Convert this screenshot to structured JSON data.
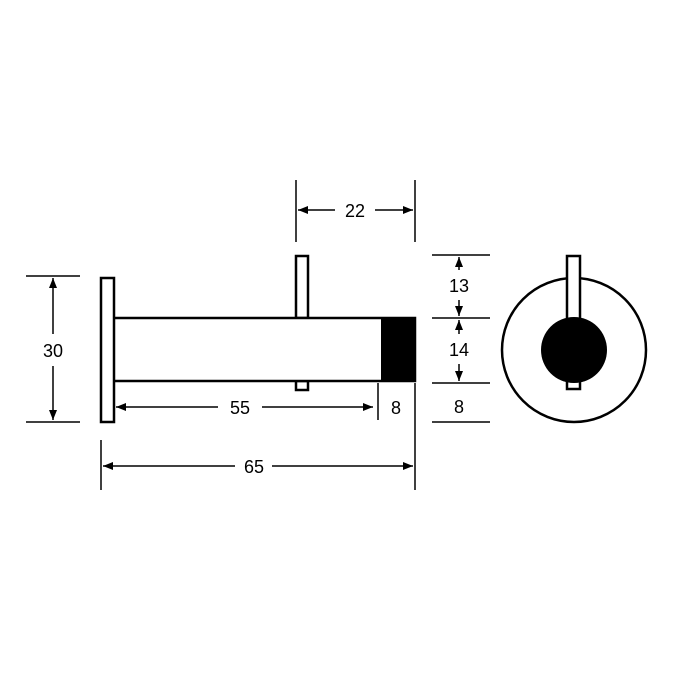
{
  "dimensions": {
    "hook_offset": "22",
    "pin_height": "13",
    "body_middle": "14",
    "bottom_segment": "8",
    "overall_height": "30",
    "body_length": "55",
    "cap_length": "8",
    "overall_length": "65"
  },
  "colors": {
    "line": "#000000",
    "cap_fill": "#000000",
    "background": "#ffffff"
  }
}
